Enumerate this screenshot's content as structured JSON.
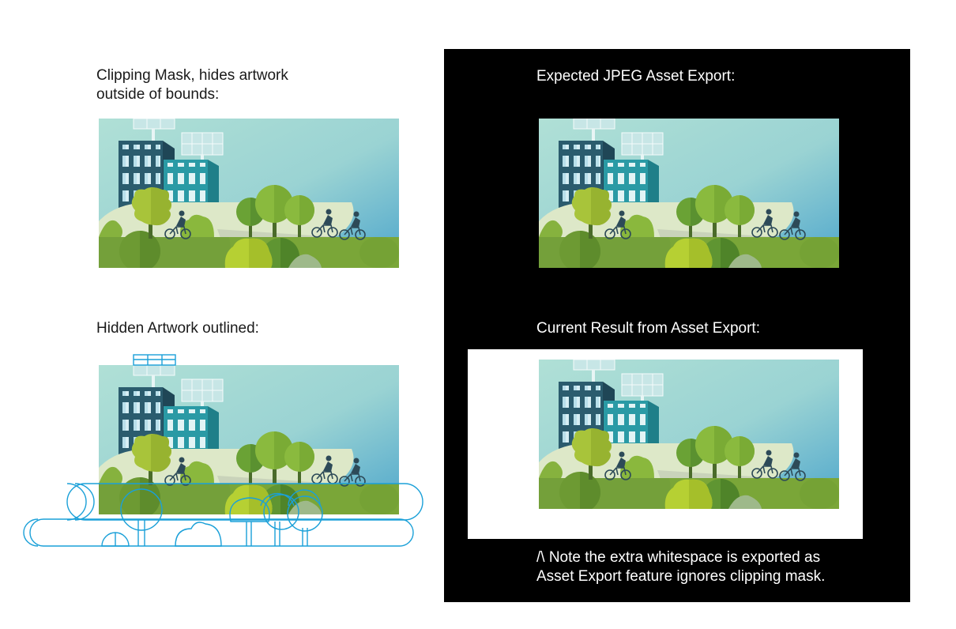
{
  "captions": {
    "clipping_mask": [
      "Clipping Mask, hides artwork",
      "outside of bounds:"
    ],
    "hidden_outlined": "Hidden Artwork outlined:",
    "expected": "Expected JPEG Asset Export:",
    "current": "Current Result from Asset Export:",
    "note": [
      "/\\ Note the extra whitespace is exported as",
      "Asset Export feature ignores clipping mask."
    ]
  },
  "colors": {
    "panel": "#000000",
    "sky_top": "#a7dcd4",
    "sky_bottom": "#5fb0cc",
    "building_dark": "#2b5c6e",
    "building_teal": "#2a9aa5",
    "grass": "#7aa638",
    "tree_lime": "#a8c43a",
    "outline": "#1aa0d8"
  }
}
